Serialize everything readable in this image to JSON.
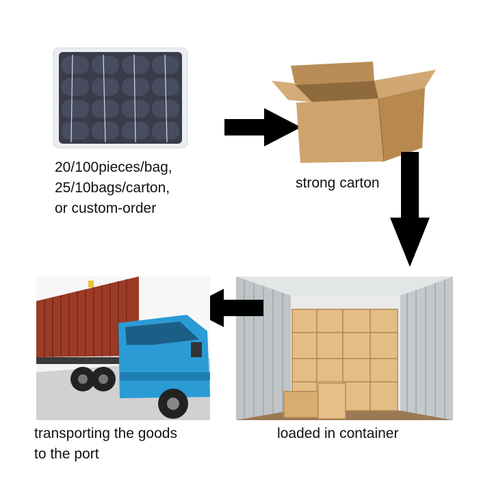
{
  "steps": {
    "bag": {
      "caption_lines": [
        "20/100pieces/bag,",
        "25/10bags/carton,",
        "or custom-order"
      ]
    },
    "carton": {
      "caption": "strong carton"
    },
    "container": {
      "caption": "loaded in container"
    },
    "truck": {
      "caption_lines": [
        "transporting the goods",
        "to the port"
      ]
    }
  },
  "colors": {
    "arrow": "#000000",
    "cardboard": "#c9a06a",
    "container_red": "#9c3b25",
    "cab_blue": "#2b9bd6",
    "bag_dark": "#1d2233"
  }
}
